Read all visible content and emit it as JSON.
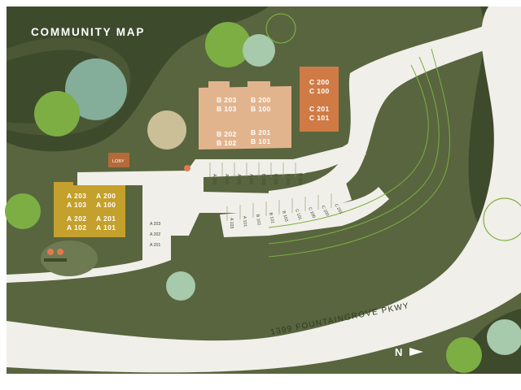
{
  "map": {
    "title": "COMMUNITY MAP",
    "road_name": "1399 FOUNTAINGROVE PKWY",
    "north_label": "N",
    "lobby_label": "LOBY",
    "colors": {
      "land": "#59653e",
      "dark_land": "#3e4a2c",
      "road": "#f1efe9",
      "building_a": "#c4a02c",
      "building_b": "#e2b48d",
      "building_c": "#d07b45",
      "lobby": "#b56a3a",
      "tree_teal": "#84ae99",
      "tree_green": "#7cae44",
      "tree_light": "#a7c9ac"
    }
  },
  "buildings": {
    "a": {
      "row1_left": "A 203",
      "row1_right": "A 200",
      "row2_left": "A 103",
      "row2_right": "A 100",
      "row3_left": "A 202",
      "row3_right": "A 201",
      "row4_left": "A 102",
      "row4_right": "A 101"
    },
    "b": {
      "row1_left": "B 203",
      "row1_right": "B 200",
      "row2_left": "B 103",
      "row2_right": "B 100",
      "row3_left": "B 202",
      "row3_right": "B 201",
      "row4_left": "B 102",
      "row4_right": "B 101"
    },
    "c": {
      "row1": "C 200",
      "row2": "C 100",
      "row3": "C 201",
      "row4": "C 101"
    }
  },
  "parking": {
    "upper_row": [
      "A 200",
      "A 102",
      "A 100",
      "A 101",
      "B 103",
      "B 100",
      "B 203",
      "B 301"
    ],
    "lower_row": [
      "A 103",
      "A 101",
      "B 102",
      "B 101",
      "B 103",
      "C 101",
      "C 100",
      "C 200",
      "C 201"
    ],
    "left_row": [
      "A 203",
      "A 202",
      "A 201"
    ]
  }
}
